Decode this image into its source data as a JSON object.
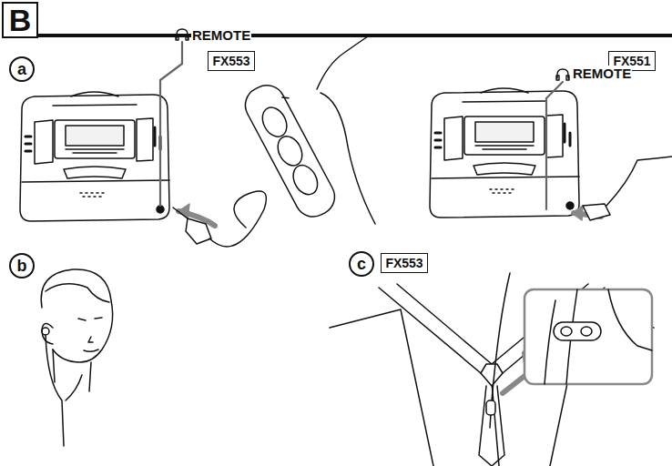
{
  "diagram": {
    "nodes": [
      {
        "text": [
          "B"
        ]
      },
      {
        "text": [
          "a"
        ]
      },
      {
        "text": [
          "FX553"
        ]
      },
      {
        "text": [
          "FX551"
        ]
      },
      {
        "text": [
          "b"
        ]
      },
      {
        "text": [
          "c"
        ]
      },
      {
        "text": [
          "FX553"
        ]
      }
    ],
    "labels": [
      "REMOTE",
      "REMOTE"
    ]
  }
}
